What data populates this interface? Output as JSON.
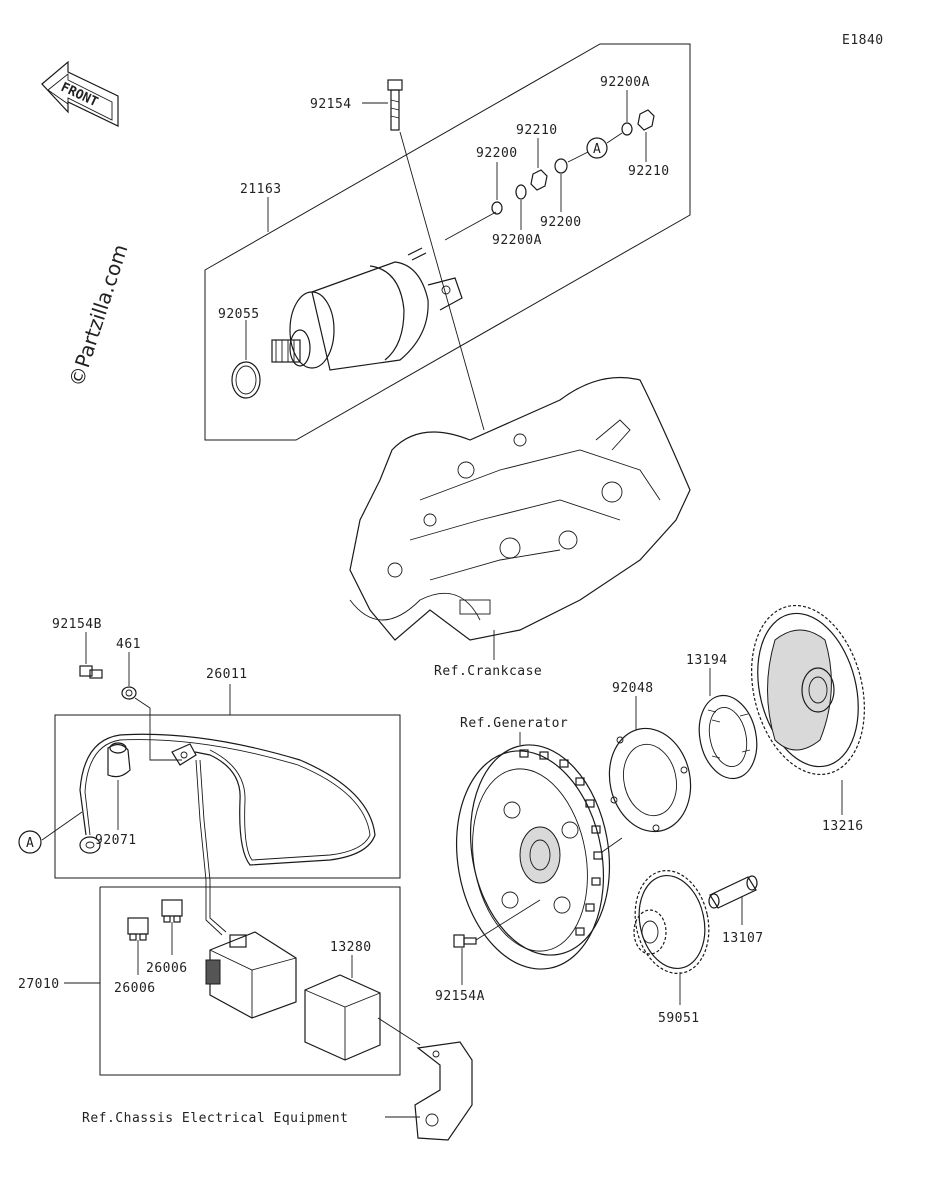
{
  "diagram_id": "E1840",
  "front_indicator": "FRONT",
  "watermark": "©Partzilla.com",
  "callout_ref": "A",
  "parts": {
    "p92154": "92154",
    "p92200A_top": "92200A",
    "p92210_left": "92210",
    "p92200_left": "92200",
    "p92210_right": "92210",
    "p92200_right": "92200",
    "p92200A_bottom": "92200A",
    "p21163": "21163",
    "p92055": "92055",
    "p92154B": "92154B",
    "p461": "461",
    "p26011": "26011",
    "p92071": "92071",
    "p26006_top": "26006",
    "p26006_bottom": "26006",
    "p27010": "27010",
    "p13280": "13280",
    "p92048": "92048",
    "p13194": "13194",
    "p13216": "13216",
    "p13107": "13107",
    "p92154A": "92154A",
    "p59051": "59051"
  },
  "references": {
    "crankcase": "Ref.Crankcase",
    "generator": "Ref.Generator",
    "chassis": "Ref.Chassis Electrical Equipment"
  }
}
